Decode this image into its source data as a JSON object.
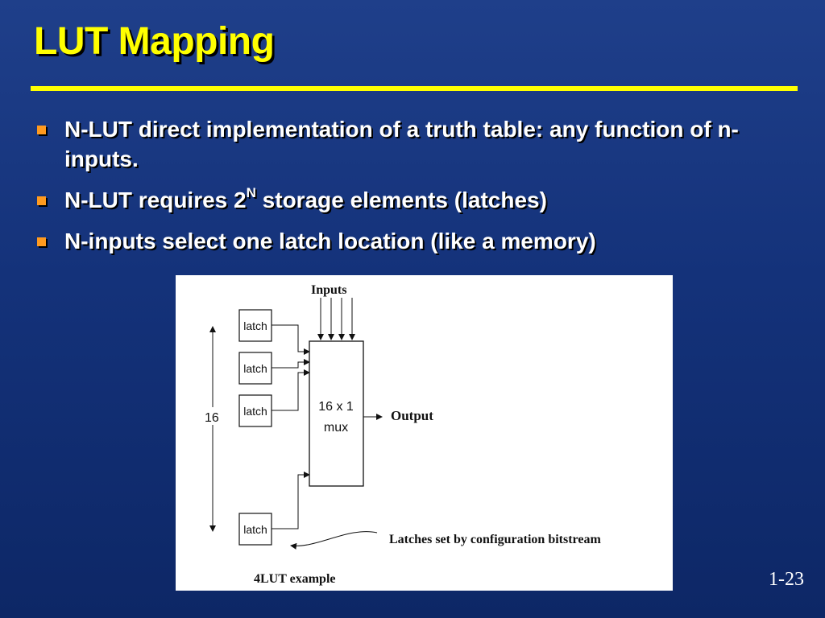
{
  "slide": {
    "title": "LUT Mapping",
    "number": "1-23"
  },
  "bullets": [
    {
      "text": "N-LUT direct implementation of a truth table: any function of n-inputs."
    },
    {
      "text_before": "N-LUT requires 2",
      "superscript": "N",
      "text_after": " storage elements (latches)"
    },
    {
      "text": "N-inputs select one latch location (like a memory)"
    }
  ],
  "figure": {
    "inputs_label": "Inputs",
    "latch_label": "latch",
    "count_label": "16",
    "mux_line1": "16 x 1",
    "mux_line2": "mux",
    "output_label": "Output",
    "annotation": "Latches set by configuration bitstream",
    "caption": "4LUT example"
  },
  "colors": {
    "background": "#1a3a85",
    "title": "#ffff00",
    "bullet_marker": "#ff9a1f",
    "text": "#ffffff"
  }
}
